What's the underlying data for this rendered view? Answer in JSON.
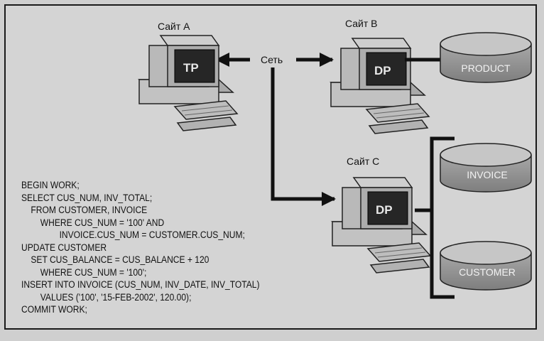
{
  "sites": {
    "a": "Сайт A",
    "b": "Сайт B",
    "c": "Сайт C"
  },
  "network_label": "Сеть",
  "monitors": {
    "a": "TP",
    "b": "DP",
    "c": "DP"
  },
  "databases": {
    "product": "PRODUCT",
    "invoice": "INVOICE",
    "customer": "CUSTOMER"
  },
  "code_lines": [
    "BEGIN WORK;",
    "SELECT CUS_NUM, INV_TOTAL;",
    "    FROM CUSTOMER, INVOICE",
    "        WHERE CUS_NUM = '100' AND",
    "                INVOICE.CUS_NUM = CUSTOMER.CUS_NUM;",
    "UPDATE CUSTOMER",
    "    SET CUS_BALANCE = CUS_BALANCE + 120",
    "        WHERE CUS_NUM = '100';",
    "INSERT INTO INVOICE (CUS_NUM, INV_DATE, INV_TOTAL)",
    "        VALUES ('100', '15-FEB-2002', 120.00);",
    "COMMIT WORK;"
  ]
}
